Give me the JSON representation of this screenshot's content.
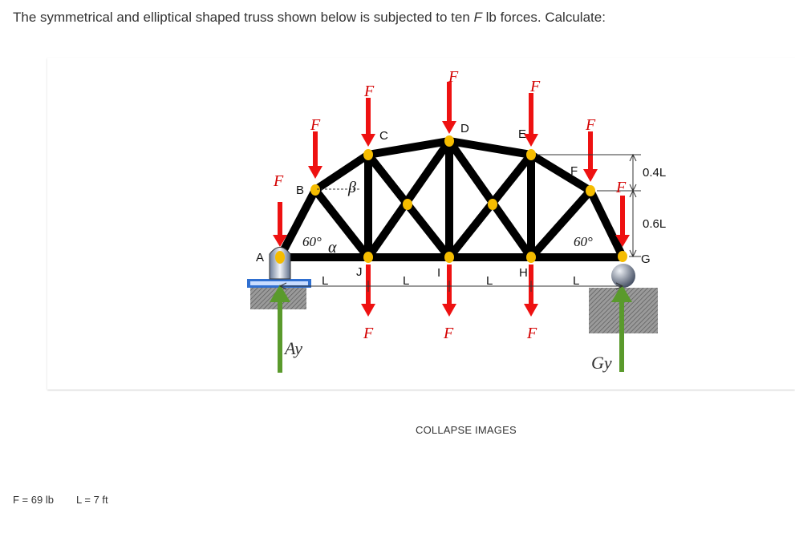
{
  "question": {
    "prefix": "The symmetrical and elliptical shaped truss shown below is subjected to ten ",
    "var": "F",
    "suffix": " lb forces. Calculate:"
  },
  "figure": {
    "node_labels": {
      "A": "A",
      "B": "B",
      "C": "C",
      "D": "D",
      "E": "E",
      "F": "F",
      "G": "G",
      "H": "H",
      "I": "I",
      "J": "J"
    },
    "force_label": "F",
    "span_label": "L",
    "angle_60": "60°",
    "angle_alpha": "α",
    "angle_beta": "β",
    "dim_upper": "0.4L",
    "dim_lower": "0.6L",
    "reaction_A": "Ay",
    "reaction_G": "Gy",
    "colors": {
      "force_arrow": "#ee1111",
      "reaction_arrow": "#5a9a2c",
      "member": "#000000",
      "joint": "#f5bc00"
    }
  },
  "controls": {
    "collapse_label": "COLLAPSE IMAGES"
  },
  "given": {
    "F": "F = 69 lb",
    "L": "L = 7 ft"
  }
}
